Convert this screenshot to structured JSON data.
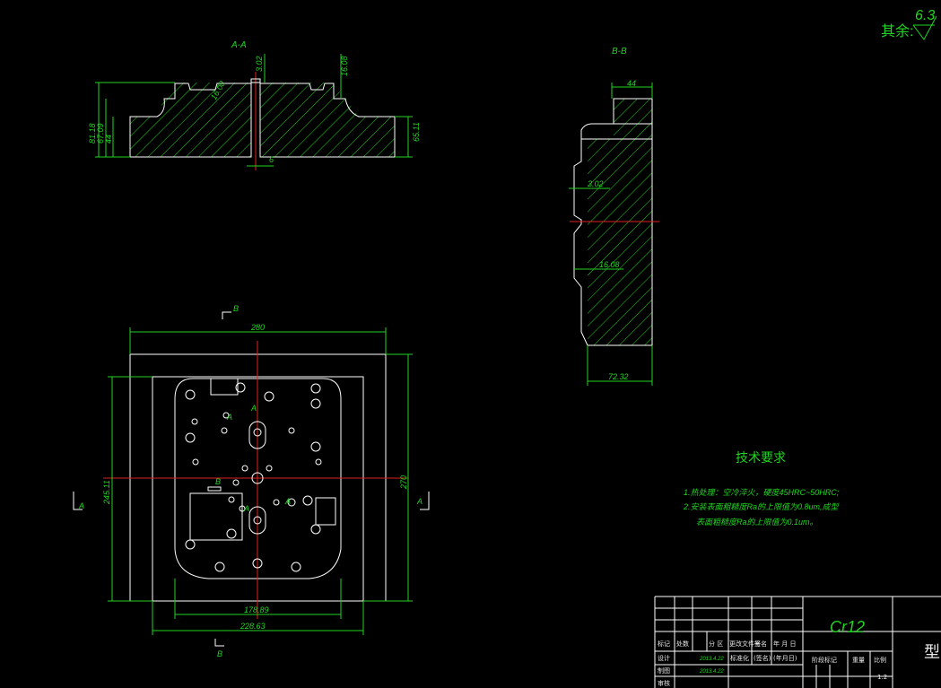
{
  "roughness": {
    "label": "其余:",
    "value": "6.3"
  },
  "section_views": {
    "aa": {
      "title": "A-A",
      "dims": {
        "pin": "3.02",
        "depth": "16.08",
        "small": "16.08",
        "h1": "81.18",
        "h2": "67.09",
        "h3": "44",
        "h_right": "65.11",
        "w_pin": "6"
      }
    },
    "bb": {
      "title": "B-B",
      "dims": {
        "top": "44",
        "pin": "3.02",
        "depth": "16.08",
        "bottom": "72.32"
      }
    }
  },
  "plan_view": {
    "dims": {
      "width": "280",
      "height": "270",
      "inner_height": "245.11",
      "inner_w1": "178.89",
      "inner_w2": "228.63"
    },
    "section_marks": {
      "b_top": "B",
      "b_bottom": "B",
      "a_left": "A",
      "a_right": "A",
      "a_inner1": "A",
      "a_inner2": "A",
      "a_inner3": "A",
      "a_inner4": "A",
      "b_inner": "B"
    }
  },
  "tech": {
    "title": "技术要求",
    "items": [
      "1.热处理：空冷淬火，硬度45HRC~50HRC;",
      "2.安装表面粗糙度Ra的上限值为0.8um,成型",
      "表面粗糙度Ra的上限值为0.1um。"
    ]
  },
  "title_block": {
    "material": "Cr12",
    "headers": [
      "标记",
      "处数",
      "分 区",
      "更改文件号",
      "签名",
      "年 月 日"
    ],
    "row_design": [
      "设计",
      "",
      "2013.4.22",
      "标准化",
      "(签名)",
      "(年月日)"
    ],
    "row_draw": [
      "制图",
      "",
      "2013.4.22"
    ],
    "row_check": [
      "审核"
    ],
    "stage_label": "阶段标记",
    "weight_label": "重量",
    "scale_label": "比例",
    "scale_value": "1:2",
    "part_name_fragment": "型"
  },
  "colors": {
    "background": "#000000",
    "outline": "#ffffff",
    "dimension": "#22d422",
    "centerline": "#e02020"
  }
}
